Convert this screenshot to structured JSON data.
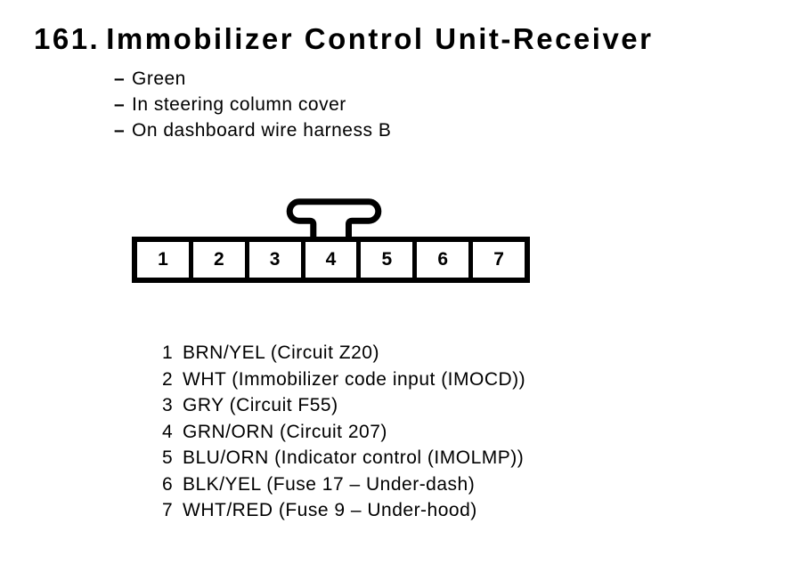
{
  "colors": {
    "ink": "#000000",
    "paper": "#ffffff"
  },
  "heading": {
    "number": "161.",
    "title": "Immobilizer Control Unit-Receiver"
  },
  "bullets": {
    "marker": "–",
    "items": [
      "Green",
      "In steering column cover",
      "On dashboard wire harness B"
    ]
  },
  "connector": {
    "cavities": [
      "1",
      "2",
      "3",
      "4",
      "5",
      "6",
      "7"
    ]
  },
  "pin_list": [
    {
      "pin": "1",
      "desc": "BRN/YEL (Circuit Z20)"
    },
    {
      "pin": "2",
      "desc": "WHT (Immobilizer code input (IMOCD))"
    },
    {
      "pin": "3",
      "desc": "GRY (Circuit F55)"
    },
    {
      "pin": "4",
      "desc": "GRN/ORN (Circuit 207)"
    },
    {
      "pin": "5",
      "desc": "BLU/ORN (Indicator control (IMOLMP))"
    },
    {
      "pin": "6",
      "desc": "BLK/YEL (Fuse 17 – Under-dash)"
    },
    {
      "pin": "7",
      "desc": "WHT/RED (Fuse 9 – Under-hood)"
    }
  ]
}
